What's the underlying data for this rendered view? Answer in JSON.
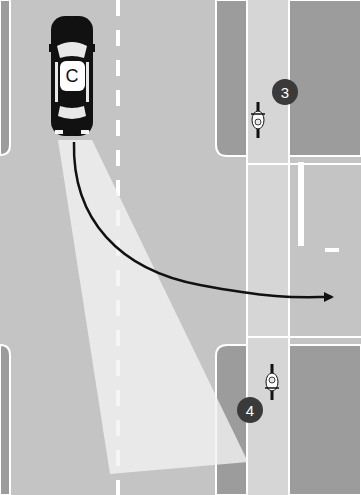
{
  "diagram": {
    "nodes": [
      {
        "text": [
          "C"
        ]
      },
      {
        "text": [
          "3"
        ]
      },
      {
        "text": [
          "4"
        ]
      }
    ]
  }
}
